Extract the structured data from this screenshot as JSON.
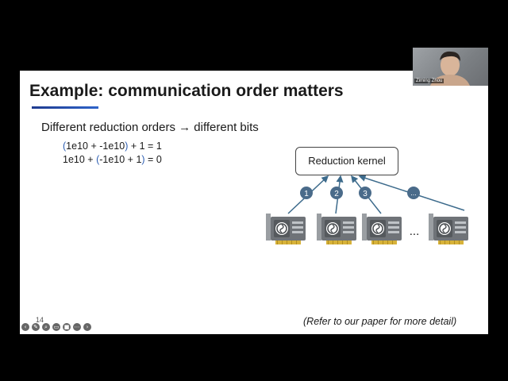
{
  "slide": {
    "title": "Example: communication order matters",
    "subtitle": "Different reduction orders → different bits",
    "equations": [
      {
        "open": "(",
        "expr": "1e10 + -1e10",
        "close": ")",
        "rest": " + 1  = 1"
      },
      {
        "prefix": "1e10 + ",
        "open": "(",
        "expr": "-1e10 + 1",
        "close": ")",
        "rest": "  = 0"
      }
    ],
    "kernel_label": "Reduction kernel",
    "order_badges": [
      "1",
      "2",
      "3",
      "..."
    ],
    "gpu_ellipsis": "...",
    "slide_number": "14",
    "footnote": "(Refer to our paper for more detail)"
  },
  "webcam": {
    "name": "Ziming Zhou"
  },
  "colors": {
    "badge": "#4a6b8a",
    "gpu_body": "#6f7378",
    "gpu_card": "#bfc3c7",
    "gold": "#d7b23a",
    "arrow": "#3d6b8c",
    "title_underline": "#1f3b8f"
  }
}
